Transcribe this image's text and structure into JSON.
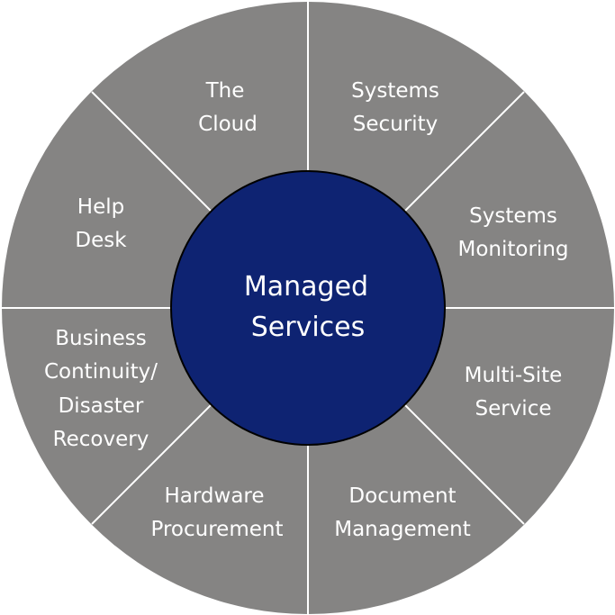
{
  "colors": {
    "ring": "#858483",
    "center": "#0e2372",
    "divider": "#ffffff",
    "text": "#ffffff"
  },
  "center": {
    "line1": "Managed",
    "line2": "Services"
  },
  "segments": [
    {
      "lines": [
        "The",
        "Cloud"
      ]
    },
    {
      "lines": [
        "Systems",
        "Security"
      ]
    },
    {
      "lines": [
        "Systems",
        "Monitoring"
      ]
    },
    {
      "lines": [
        "Multi-Site",
        "Service"
      ]
    },
    {
      "lines": [
        "Document",
        "Management"
      ]
    },
    {
      "lines": [
        "Hardware",
        "Procurement"
      ]
    },
    {
      "lines": [
        "Business",
        "Continuity/",
        "Disaster",
        "Recovery"
      ]
    },
    {
      "lines": [
        "Help",
        "Desk"
      ]
    }
  ]
}
